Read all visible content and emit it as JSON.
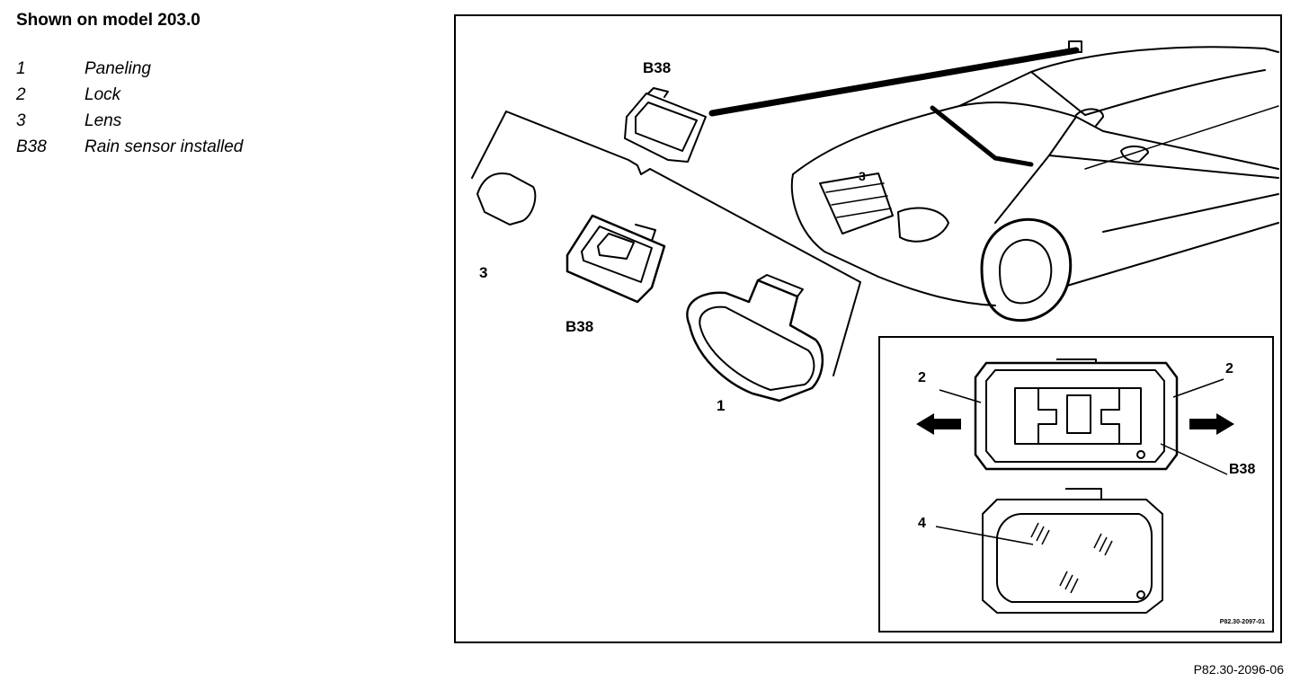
{
  "heading": "Shown on model 203.0",
  "legend": [
    {
      "key": "1",
      "text": "Paneling"
    },
    {
      "key": "2",
      "text": "Lock"
    },
    {
      "key": "3",
      "text": "Lens"
    },
    {
      "key": "B38",
      "text": "Rain sensor installed"
    }
  ],
  "callouts": {
    "b38_top": "B38",
    "b38_mid": "B38",
    "three": "3",
    "one": "1",
    "car_three": "3",
    "inset_two_left": "2",
    "inset_two_right": "2",
    "inset_b38": "B38",
    "inset_four": "4"
  },
  "inset_ref": "P82.30-2097-01",
  "drawing_ref": "P82.30-2096-06"
}
